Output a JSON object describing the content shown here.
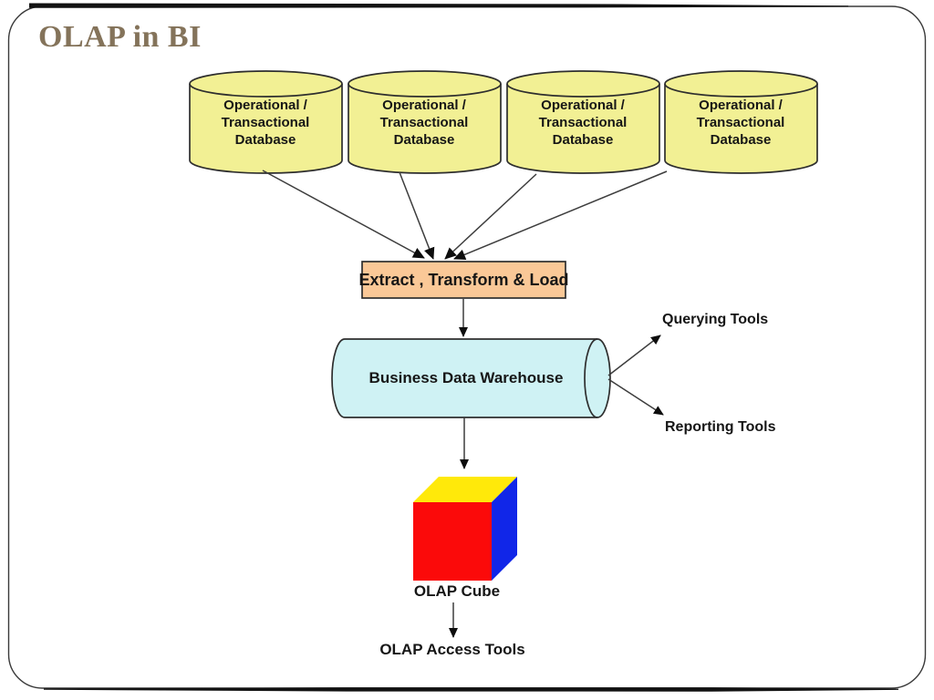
{
  "slide": {
    "title": "OLAP in BI"
  },
  "colors": {
    "title_text": "#84735A",
    "outline": "#2E2E2E",
    "arrow_line": "#3D3D3D",
    "arrowhead": "#0D0D0D",
    "cylinder_fill": "#F2F094",
    "etl_fill": "#FAC897",
    "warehouse_fill": "#CFF2F4",
    "cube_top": "#FFE90A",
    "cube_front": "#FB0A0A",
    "cube_side": "#1126E8",
    "frame_line": "#121212"
  },
  "diagram": {
    "sources": [
      {
        "label": "Operational / Transactional Database"
      },
      {
        "label": "Operational / Transactional Database"
      },
      {
        "label": "Operational / Transactional Database"
      },
      {
        "label": "Operational / Transactional Database"
      }
    ],
    "etl_label": "Extract , Transform & Load",
    "warehouse_label": "Business Data Warehouse",
    "querying_label": "Querying Tools",
    "reporting_label": "Reporting Tools",
    "cube_label": "OLAP Cube",
    "access_label": "OLAP Access Tools"
  }
}
